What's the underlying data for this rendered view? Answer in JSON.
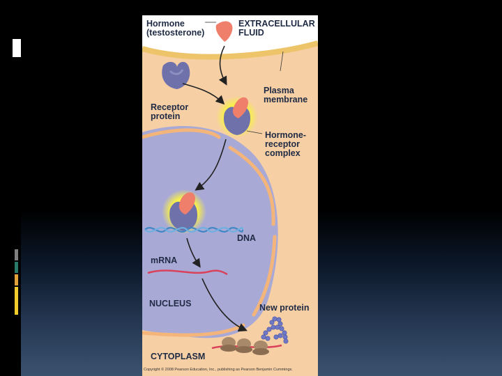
{
  "slide": {
    "accent_colors": {
      "gray": "#7f7f7f",
      "teal": "#2a7a6a",
      "orange": "#e2a23a",
      "yellow": "#f2cc2a"
    }
  },
  "figure": {
    "labels": {
      "hormone": "Hormone\n(testosterone)",
      "extracellular": "EXTRACELLULAR\nFLUID",
      "plasma": "Plasma\nmembrane",
      "receptor": "Receptor\nprotein",
      "complex": "Hormone-\nreceptor\ncomplex",
      "dna": "DNA",
      "mrna": "mRNA",
      "nucleus": "NUCLEUS",
      "new_protein": "New protein",
      "cytoplasm": "CYTOPLASM"
    },
    "copyright": "Copyright © 2008 Pearson Education, Inc., publishing as Pearson Benjamin Cummings.",
    "colors": {
      "extracellular": "#ffffff",
      "cytoplasm": "#f7ceA2",
      "membrane": "#eec46a",
      "nucleus": "#a9a9d6",
      "nuclear_envelope": "#f4b57a",
      "hormone": "#ef7f6b",
      "receptor": "#6f72aa",
      "glow": "#f7ef4a",
      "dna": "#3f86c4",
      "mrna": "#d9425a",
      "ribosome": "#a8896a",
      "protein": "#6e78c6"
    }
  }
}
